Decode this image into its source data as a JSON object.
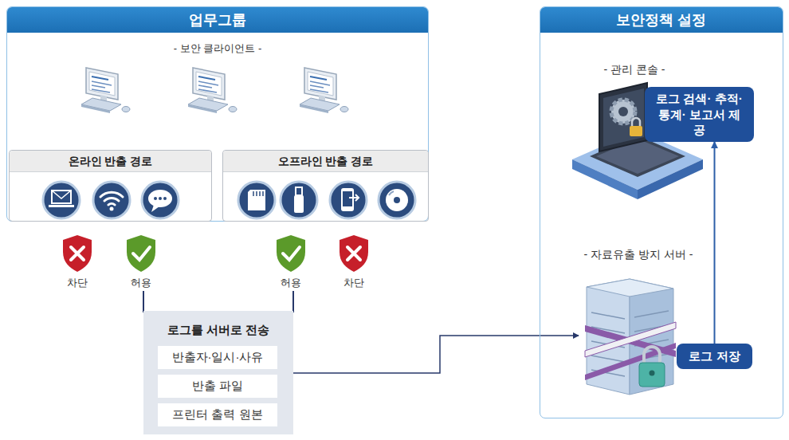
{
  "diagram": {
    "nodes": [
      {
        "text": [
          "업무그룹"
        ]
      },
      {
        "text": [
          "온라인 반출 경로"
        ],
        "in": 0
      },
      {
        "text": [
          "오프라인 반출 경로"
        ],
        "in": 0
      },
      {
        "text": [
          "로그를 서버로 전송"
        ]
      },
      {
        "text": [
          "반출자·일시·사유"
        ],
        "in": 3
      },
      {
        "text": [
          "반출 파일"
        ],
        "in": 3
      },
      {
        "text": [
          "프린터 출력 원본"
        ],
        "in": 3
      },
      {
        "text": [
          "보안정책 설정"
        ]
      },
      {
        "text": [
          "- 관리 콘솔 -"
        ],
        "in": 7
      },
      {
        "text": [
          "로그 검색· 추적·통계· 보고서 제공"
        ],
        "in": 8
      },
      {
        "text": [
          "- 자료유출 방지 서버 -"
        ],
        "in": 7
      },
      {
        "text": [
          "로그 저장"
        ],
        "in": 10
      }
    ],
    "edges": [
      {
        "from": 3,
        "to": 10,
        "arrow": "to"
      },
      {
        "from": 11,
        "to": 9,
        "arrow": "to"
      }
    ],
    "labels": [
      "- 보안 클라이언트 -",
      "차단",
      "허용",
      "허용",
      "차단"
    ]
  }
}
